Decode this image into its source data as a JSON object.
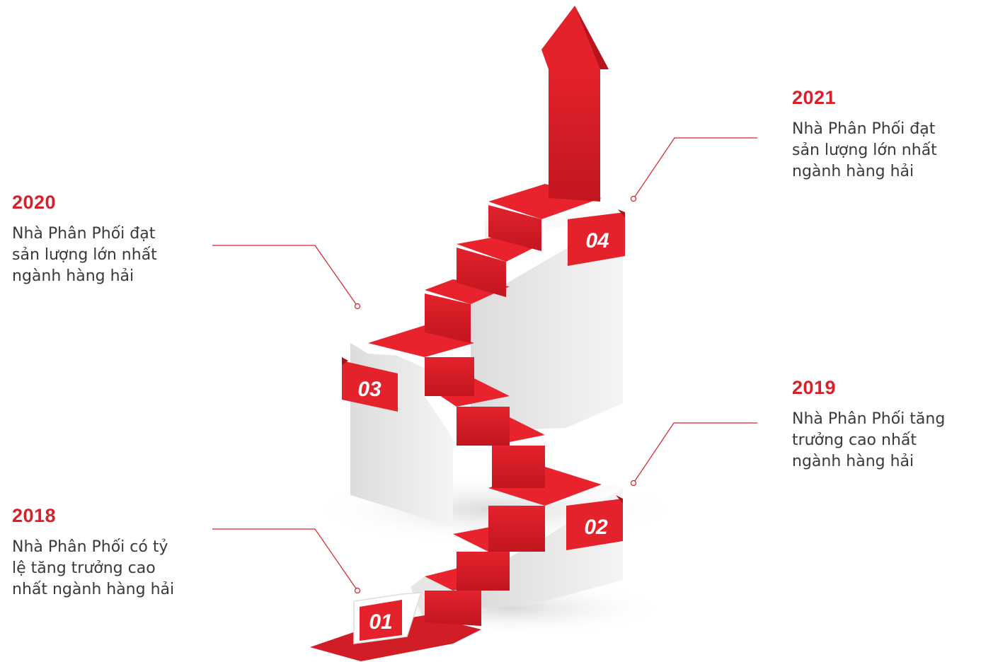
{
  "milestones": [
    {
      "year": "2018",
      "description": "Nhà Phân Phối có tỷ lệ tăng trưởng cao nhất ngành hàng hải",
      "lines": [
        "Nhà Phân Phối có tỷ",
        "lệ tăng trưởng cao",
        "nhất ngành hàng hải"
      ]
    },
    {
      "year": "2019",
      "description": "Nhà Phân Phối tăng trưởng cao nhất ngành hàng hải",
      "lines": [
        "Nhà Phân Phối tăng",
        "trưởng cao nhất",
        "ngành hàng hải"
      ]
    },
    {
      "year": "2020",
      "description": "Nhà Phân Phối đạt sản lượng lớn nhất ngành hàng hải",
      "lines": [
        "Nhà Phân Phối đạt",
        "sản lượng lớn nhất",
        "ngành hàng hải"
      ]
    },
    {
      "year": "2021",
      "description": "Nhà Phân Phối đạt sản lượng lớn nhất ngành hàng hải",
      "lines": [
        "Nhà Phân Phối đạt",
        "sản lượng lớn nhất",
        "ngành hàng hải"
      ]
    }
  ],
  "steps": [
    "01",
    "02",
    "03",
    "04"
  ],
  "colors": {
    "accent": "#d8202a",
    "accent_dark": "#a8141b",
    "block_light": "#f1f1f1",
    "block_shade": "#d9d9d9",
    "text": "#3a3a3a"
  }
}
